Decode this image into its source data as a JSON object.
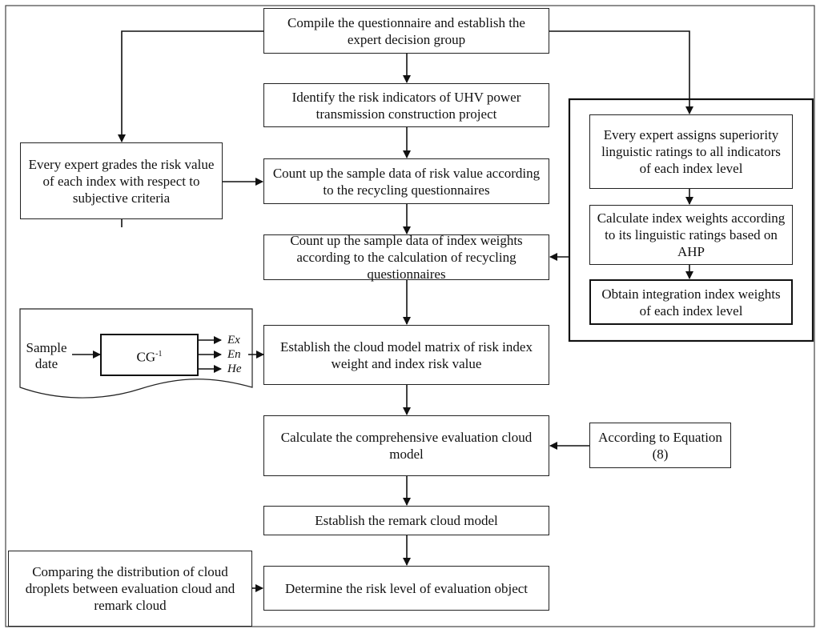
{
  "boxes": {
    "compile": "Compile the questionnaire and establish the expert decision group",
    "identify": "Identify the risk indicators of UHV power transmission construction project",
    "grade": "Every expert grades the risk value of each index with respect to subjective criteria",
    "count_risk": "Count up the sample data of risk value according to the recycling questionnaires",
    "count_weights": "Count up the sample data of index weights according to the calculation of recycling questionnaires",
    "establish_matrix": "Establish the cloud model matrix of risk index weight and index risk value",
    "calc_comprehensive": "Calculate the comprehensive evaluation cloud model",
    "according_equation": "According to Equation (8)",
    "remark_cloud": "Establish the remark cloud model",
    "determine_risk": "Determine the risk level of evaluation object",
    "comparing": "Comparing the distribution of cloud droplets between evaluation cloud and remark cloud",
    "assign_ratings": "Every expert assigns superiority linguistic ratings to all indicators of each index level",
    "calc_weights": "Calculate index weights according to its linguistic ratings based on AHP",
    "obtain_integration": "Obtain integration index weights of each index level"
  },
  "generator": {
    "input_label_1": "Sample",
    "input_label_2": "date",
    "block_label": "CG",
    "block_superscript": "-1",
    "outputs": [
      "Ex",
      "En",
      "He"
    ]
  }
}
